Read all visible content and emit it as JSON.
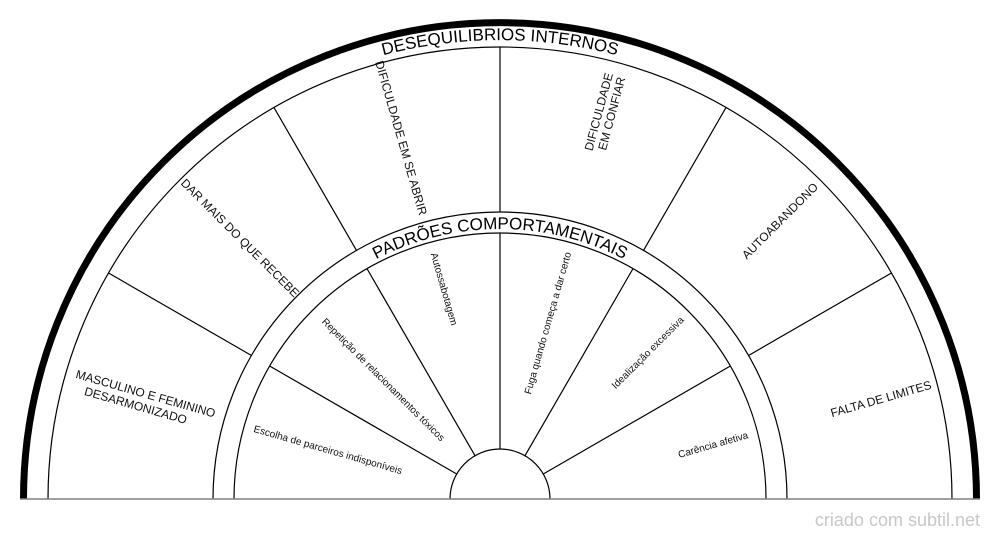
{
  "outer_ring": {
    "title": "DESEQUILIBRIOS INTERNOS",
    "segments": [
      {
        "line1": "MASCULINO E FEMININO",
        "line2": "DESARMONIZADO"
      },
      {
        "line1": "DAR MAIS DO QUE RECEBE"
      },
      {
        "line1": "DIFICULDADE EM SE ABRIR"
      },
      {
        "line1": "DIFICULDADE",
        "line2": "EM CONFIAR"
      },
      {
        "line1": "AUTOABANDONO"
      },
      {
        "line1": "FALTA DE LIMITES"
      }
    ]
  },
  "inner_ring": {
    "title": "PADRÕES COMPORTAMENTAIS",
    "segments": [
      {
        "label": "Escolha de parceiros indisponíveis"
      },
      {
        "label": "Repetição de relacionamentos tóxicos"
      },
      {
        "label": "Autossabotagem"
      },
      {
        "label": "Fuga quando começa a dar certo"
      },
      {
        "label": "Idealização excessiva"
      },
      {
        "label": "Carência afetiva"
      }
    ]
  },
  "watermark": "criado com subtil.net"
}
